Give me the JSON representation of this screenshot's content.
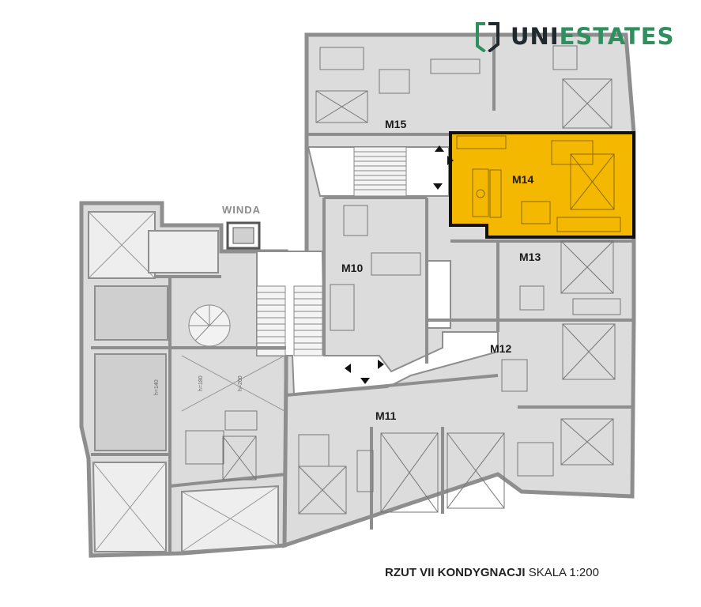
{
  "brand": {
    "prefix": "UNI",
    "suffix": "ESTATES",
    "logo_icon": "bracket-logo-icon",
    "color_dark": "#1f2a2e",
    "color_green": "#2f8f5e"
  },
  "labels": {
    "winda": "WINDA",
    "units": [
      "M15",
      "M14",
      "M13",
      "M10",
      "M12",
      "M11"
    ]
  },
  "dimensions": [
    "h=140",
    "h=180",
    "h=200"
  ],
  "highlight": {
    "unit": "M14",
    "fill": "#f5b800",
    "outline": "#111111"
  },
  "colors": {
    "unit_fill": "#d9d9d9",
    "wall": "#8e8e8e",
    "corridor": "#ffffff",
    "service": "#c8c8c8"
  },
  "caption": {
    "title": "RZUT VII KONDYGNACJI",
    "scale": "SKALA 1:200"
  }
}
